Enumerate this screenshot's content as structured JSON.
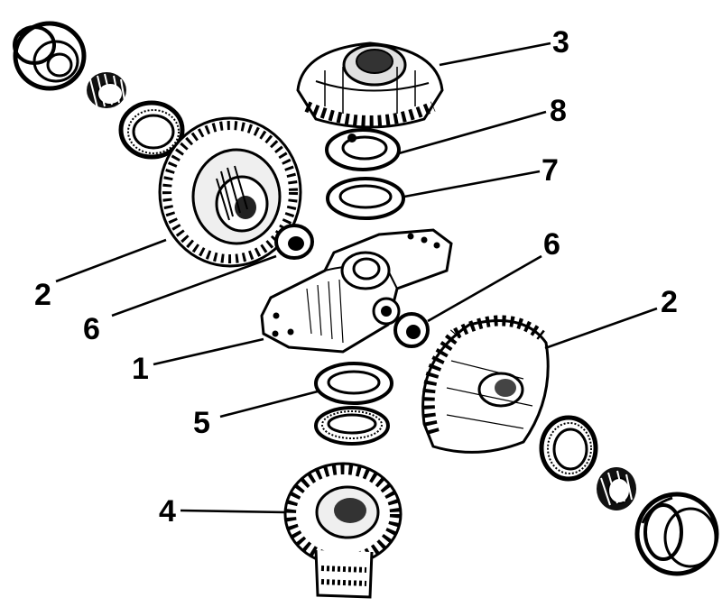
{
  "labels": {
    "bevel_gear_top": "3",
    "thrust_washer_tabbed": "8",
    "thrust_washer_plain": "7",
    "side_gear_left": "2",
    "side_gear_right": "2",
    "spacer_left": "6",
    "spacer_right": "6",
    "carrier": "1",
    "washer_lower": "5",
    "pinion_gear": "4"
  },
  "colors": {
    "ink": "#000000",
    "paper": "#ffffff",
    "shade": "#d9d9d9"
  }
}
